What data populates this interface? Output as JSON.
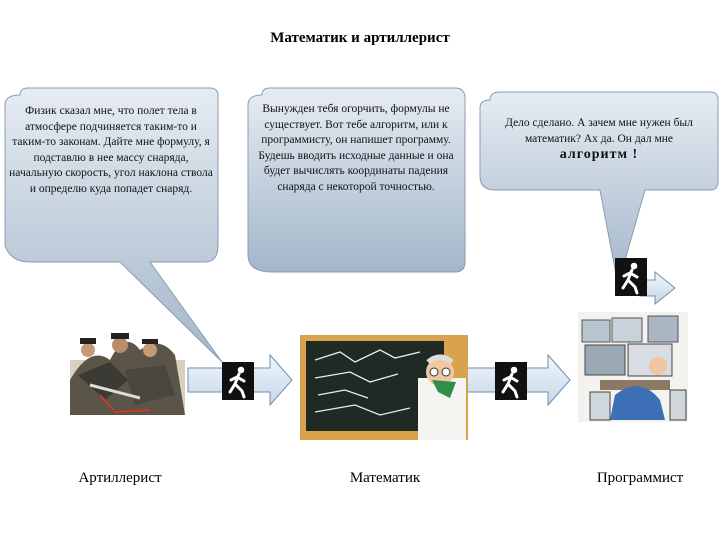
{
  "title": "Математик и артиллерист",
  "bubbles": [
    {
      "text": "Физик сказал мне, что полет тела в атмосфере подчиняется таким-то и таким-то законам. Дайте мне формулу, я подставлю в нее массу снаряда, начальную скорость, угол наклона ствола и определю куда попадет снаряд."
    },
    {
      "text": "Вынужден тебя огорчить, формулы не существует. Вот тебе алгоритм, или к программисту, он напишет программу. Будешь вводить исходные данные и она будет вычислять координаты падения снаряда с некоторой точностью."
    },
    {
      "text": "Дело сделано. А зачем мне нужен был математик? Ах да. Он дал мне",
      "emphasis": "алгоритм !"
    }
  ],
  "captions": {
    "artillerist": "Артиллерист",
    "mathematician": "Математик",
    "programmer": "Программист"
  },
  "colors": {
    "bubble_fill_top": "#dfe7ef",
    "bubble_fill_bottom": "#9fb3c8",
    "arrow_fill": "#d6e4f0",
    "arrow_stroke": "#6f8fae",
    "chalkboard": "#1f2a24"
  },
  "icons": [
    "walking-person-icon"
  ]
}
